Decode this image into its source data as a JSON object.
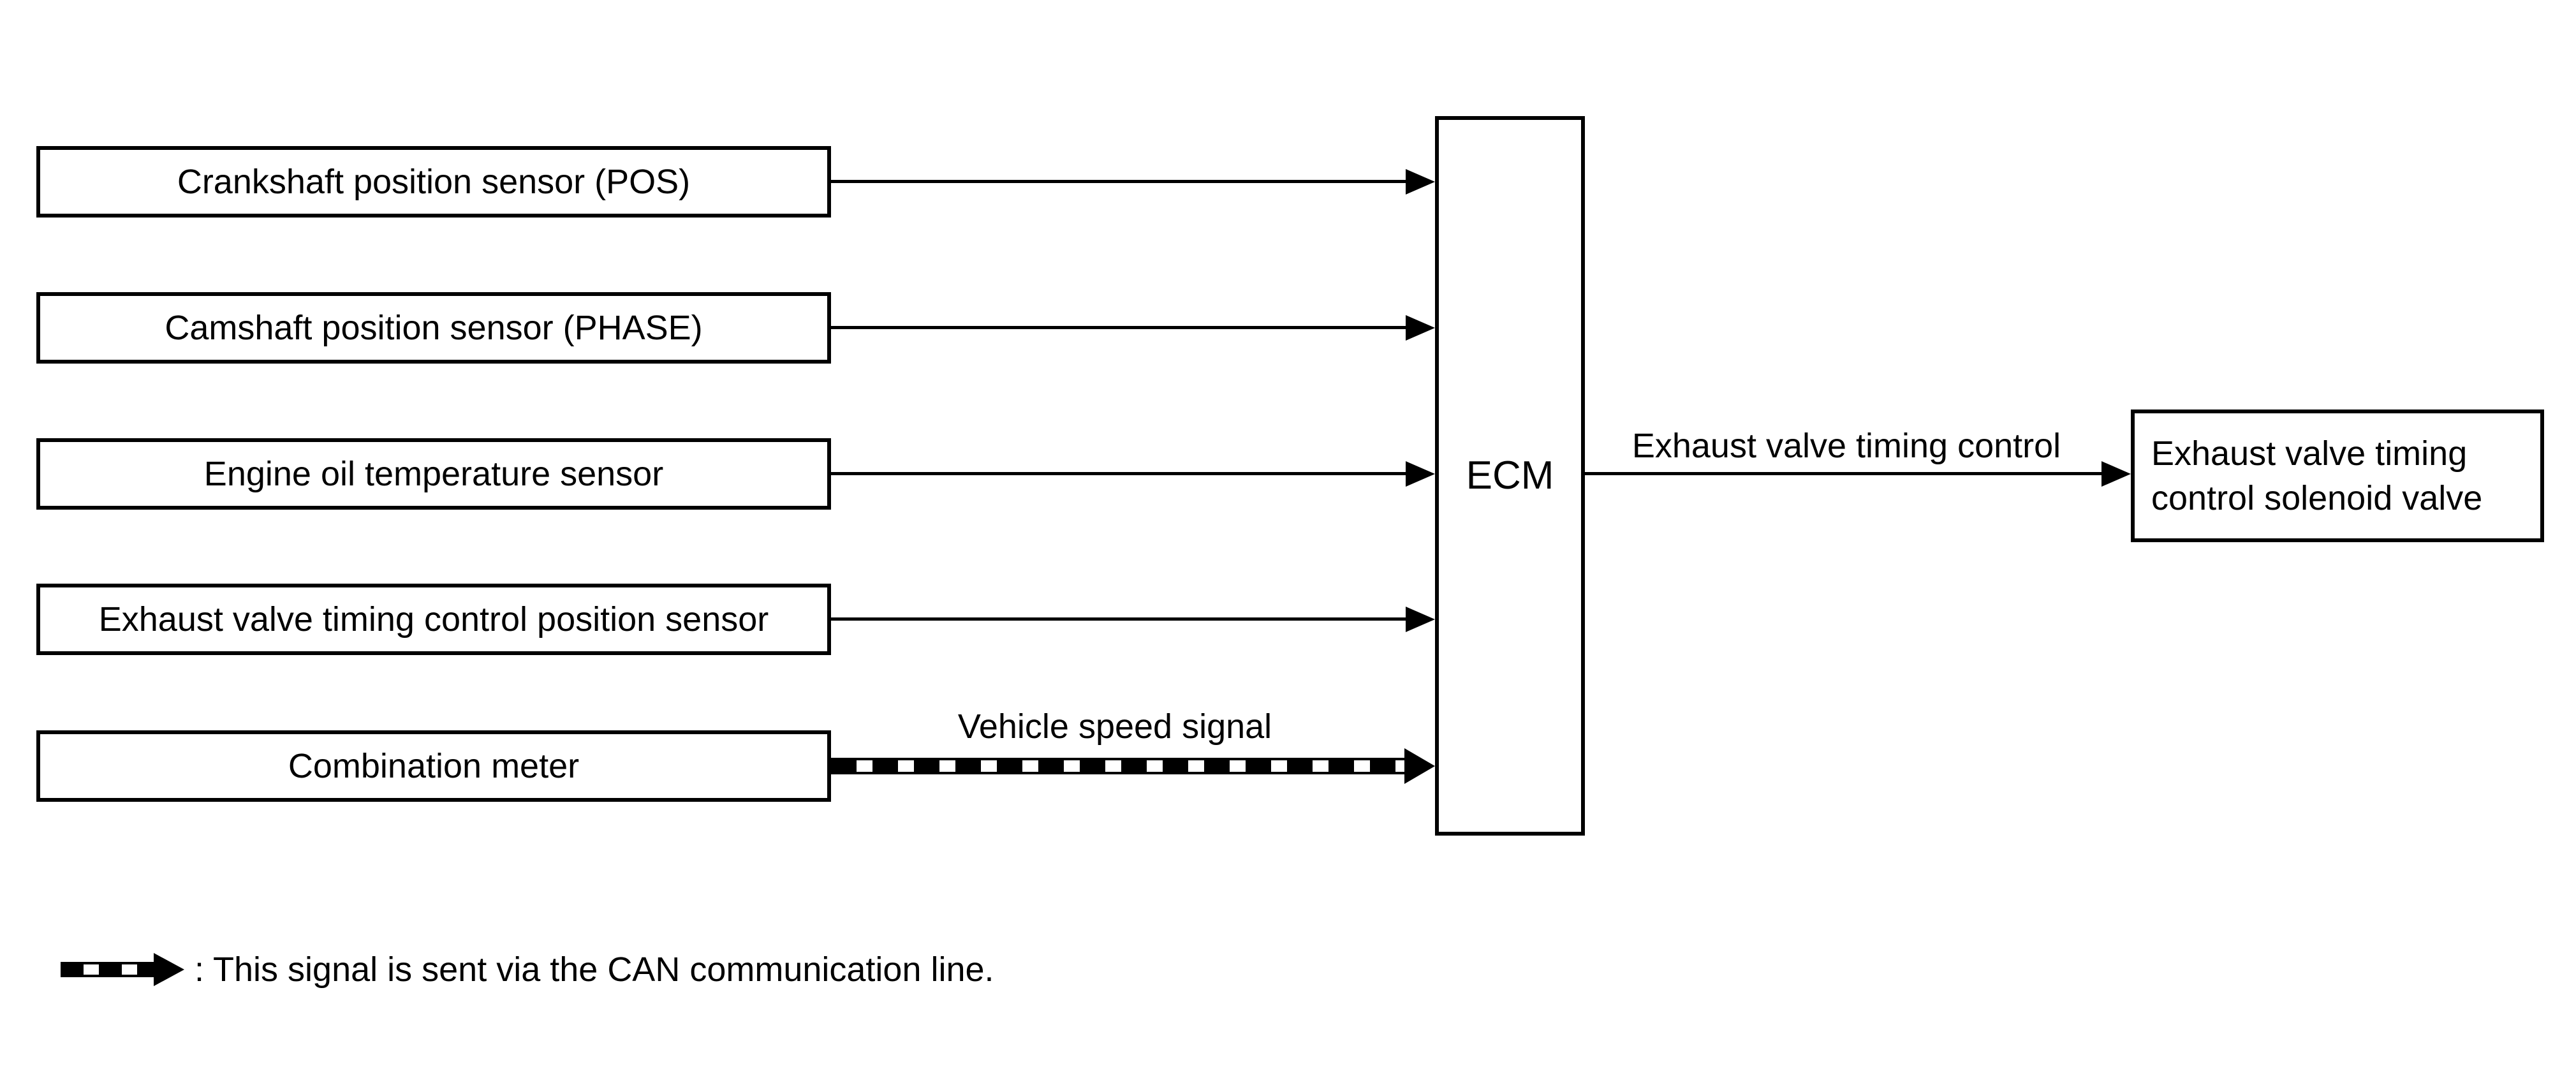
{
  "diagram": {
    "type": "signal-flow-block-diagram",
    "colors": {
      "line": "#000000",
      "background": "#ffffff"
    },
    "inputs": [
      {
        "label": "Crankshaft position sensor (POS)"
      },
      {
        "label": "Camshaft position sensor (PHASE)"
      },
      {
        "label": "Engine oil temperature sensor"
      },
      {
        "label": "Exhaust valve timing control position sensor"
      },
      {
        "label": "Combination meter"
      }
    ],
    "can_signal_label": "Vehicle speed signal",
    "controller": {
      "label": "ECM"
    },
    "output": {
      "arrow_label": "Exhaust valve timing control",
      "box_line1": "Exhaust valve timing",
      "box_line2": "control solenoid valve"
    },
    "legend": {
      "text": ": This signal is sent via the CAN communication line."
    }
  }
}
